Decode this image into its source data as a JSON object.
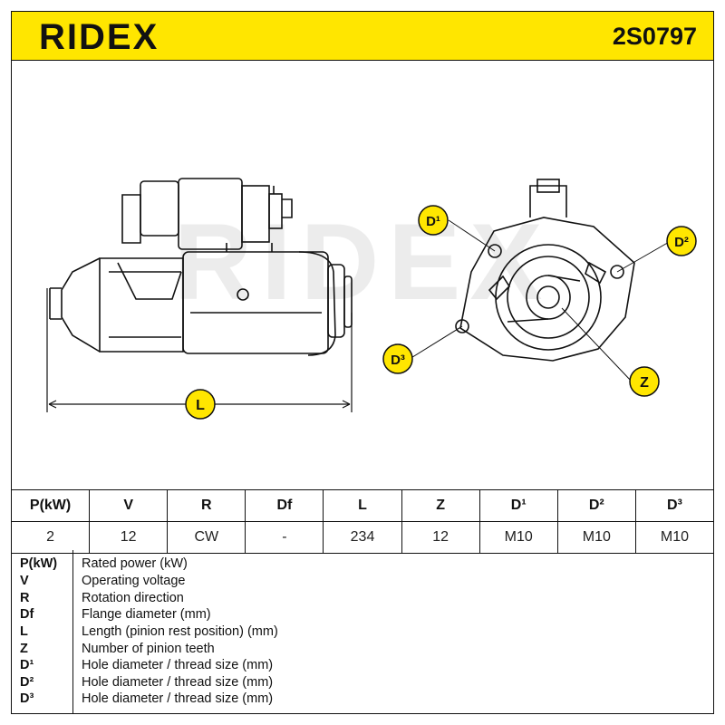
{
  "header": {
    "brand": "RIDEX",
    "code": "2S0797",
    "color": "#ffe600"
  },
  "drawing": {
    "watermark": "RIDEX",
    "labels": {
      "L": "L",
      "D1": "D¹",
      "D2": "D²",
      "D3": "D³",
      "Z": "Z"
    }
  },
  "spec": {
    "headers": [
      "P(kW)",
      "V",
      "R",
      "Df",
      "L",
      "Z",
      "D¹",
      "D²",
      "D³"
    ],
    "values": [
      "2",
      "12",
      "CW",
      "-",
      "234",
      "12",
      "M10",
      "M10",
      "M10"
    ]
  },
  "legend": [
    {
      "key": "P(kW)",
      "desc": "Rated power (kW)"
    },
    {
      "key": "V",
      "desc": "Operating voltage"
    },
    {
      "key": "R",
      "desc": "Rotation direction"
    },
    {
      "key": "Df",
      "desc": "Flange diameter (mm)"
    },
    {
      "key": "L",
      "desc": "Length (pinion rest position) (mm)"
    },
    {
      "key": "Z",
      "desc": "Number of pinion teeth"
    },
    {
      "key": "D¹",
      "desc": "Hole diameter / thread size (mm)"
    },
    {
      "key": "D²",
      "desc": "Hole diameter / thread size (mm)"
    },
    {
      "key": "D³",
      "desc": "Hole diameter / thread size (mm)"
    }
  ]
}
